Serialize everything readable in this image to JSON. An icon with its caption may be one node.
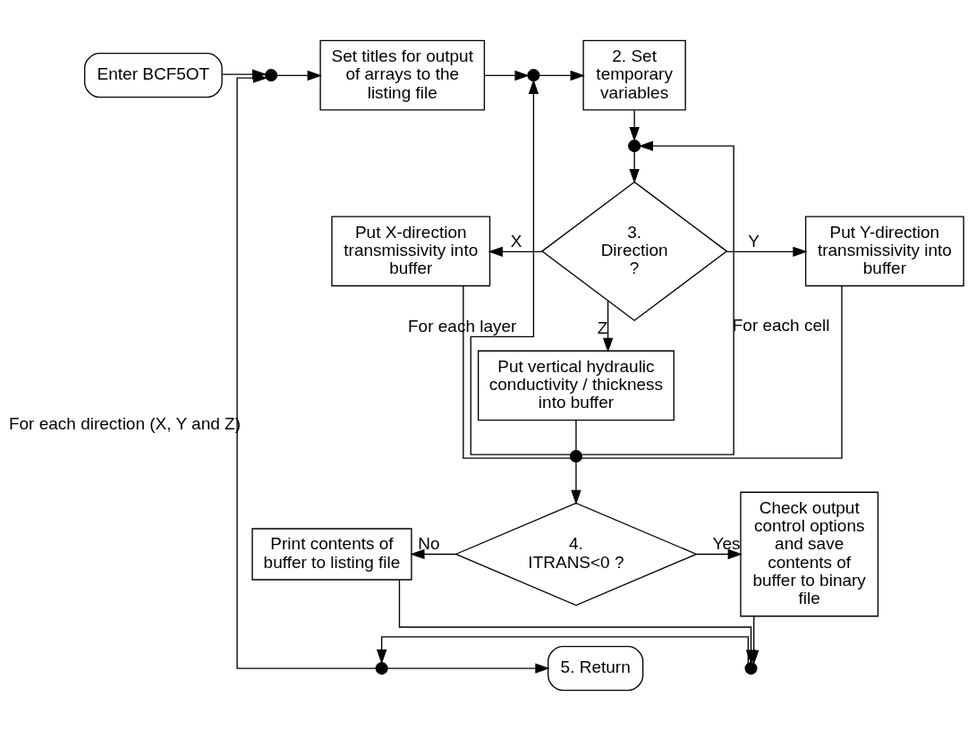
{
  "diagram": {
    "nodes": [
      {
        "text": [
          "Enter BCF5OT"
        ]
      },
      {
        "text": [],
        "shape": "circle"
      },
      {
        "text": [
          "Set titles for output of arrays to the listing file"
        ]
      },
      {
        "text": [],
        "shape": "circle"
      },
      {
        "text": [
          "2. Set temporary variables"
        ]
      },
      {
        "text": [],
        "shape": "circle"
      },
      {
        "text": [
          "Put X-direction transmissivity into buffer"
        ]
      },
      {
        "text": [
          "3. Direction ?"
        ]
      },
      {
        "text": [
          "Put Y-direction transmissivity into buffer"
        ]
      },
      {
        "text": [
          "Put vertical hydraulic conductivity / thickness into buffer"
        ]
      },
      {
        "text": [],
        "shape": "circle"
      },
      {
        "text": [
          "Print contents of buffer to listing file"
        ]
      },
      {
        "text": [
          "4. ITRANS<0 ?"
        ]
      },
      {
        "text": [
          "Check output control options and save contents of buffer to binary file"
        ]
      },
      {
        "text": [
          "5. Return"
        ]
      },
      {
        "text": [],
        "shape": "circle"
      },
      {
        "text": [],
        "shape": "circle"
      }
    ],
    "edges": [
      {
        "from": 0,
        "to": 1,
        "arrow": "to"
      },
      {
        "from": 1,
        "to": 2,
        "arrow": "to"
      },
      {
        "from": 2,
        "to": 3,
        "arrow": "to"
      },
      {
        "from": 3,
        "to": 4,
        "arrow": "to"
      },
      {
        "from": 4,
        "to": 5,
        "arrow": "to"
      },
      {
        "from": 5,
        "to": 7,
        "arrow": "to"
      },
      {
        "from": 7,
        "to": 6,
        "arrow": "to",
        "label": "X"
      },
      {
        "from": 7,
        "to": 8,
        "arrow": "to",
        "label": "Y"
      },
      {
        "from": 7,
        "to": 9,
        "arrow": "to",
        "label": "Z"
      },
      {
        "from": 6,
        "to": 10,
        "arrow": "none"
      },
      {
        "from": 9,
        "to": 10,
        "arrow": "none"
      },
      {
        "from": 8,
        "to": 10,
        "arrow": "none"
      },
      {
        "from": 10,
        "to": 5,
        "arrow": "to",
        "label": "For each cell"
      },
      {
        "from": 10,
        "to": 3,
        "arrow": "to",
        "label": "For each layer"
      },
      {
        "from": 10,
        "to": 12,
        "arrow": "to"
      },
      {
        "from": 12,
        "to": 11,
        "arrow": "to",
        "label": "No"
      },
      {
        "from": 12,
        "to": 13,
        "arrow": "to",
        "label": "Yes"
      },
      {
        "from": 11,
        "to": 16,
        "arrow": "to"
      },
      {
        "from": 13,
        "to": 16,
        "arrow": "to"
      },
      {
        "from": 16,
        "to": 15,
        "arrow": "to"
      },
      {
        "from": 15,
        "to": 14,
        "arrow": "to"
      },
      {
        "from": 15,
        "to": 1,
        "arrow": "to",
        "label": "For each direction (X, Y and Z)"
      }
    ]
  }
}
